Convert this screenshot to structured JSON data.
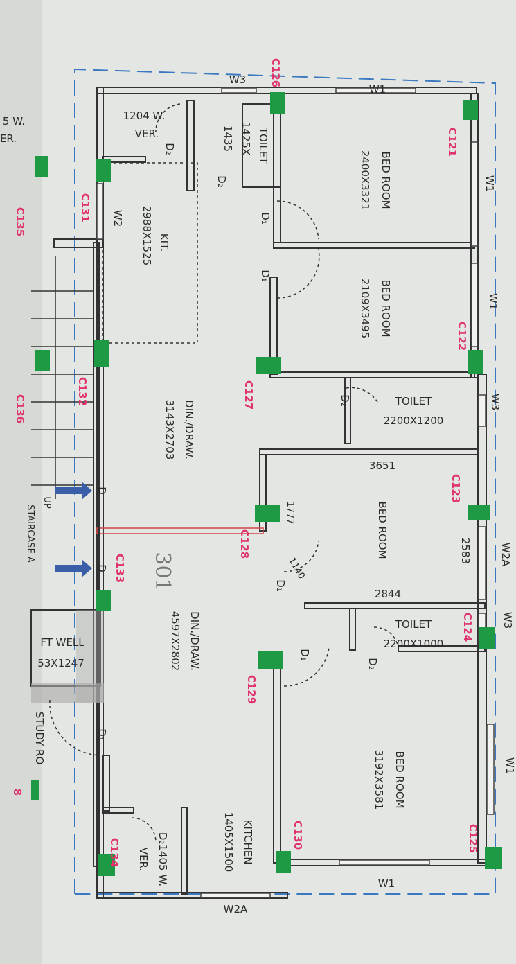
{
  "rooms": {
    "toilet1": {
      "name": "TOILET",
      "dim_a": "1425X",
      "dim_b": "1435"
    },
    "verandah1": {
      "name": "1204 W.",
      "sub": "VER."
    },
    "kitchen1": {
      "name": "KIT.",
      "dim": "2988X1525"
    },
    "bed1": {
      "name": "BED ROOM",
      "dim": "2400X3321"
    },
    "bed2": {
      "name": "BED ROOM",
      "dim": "2109X3495"
    },
    "toilet2": {
      "name": "TOILET",
      "dim": "2200X1200"
    },
    "bed3": {
      "name": "BED ROOM",
      "dim_top": "3651",
      "dim_side": "2583",
      "dim_bottom": "2844",
      "dim_diag_a": "1777",
      "dim_diag_b": "1140"
    },
    "toilet3": {
      "name": "TOILET",
      "dim": "2200X1000"
    },
    "bed4": {
      "name": "BED ROOM",
      "dim": "3192X3581"
    },
    "din1": {
      "name": "DIN./DRAW.",
      "dim": "3143X2703"
    },
    "din2": {
      "name": "DIN./DRAW.",
      "dim": "4597X2802"
    },
    "kitchen2": {
      "name": "KITCHEN",
      "dim": "1405X1500"
    },
    "verandah2": {
      "name": "D₂1405 W.",
      "sub": "VER."
    },
    "liftwell": {
      "name": "FT WELL",
      "dim": "53X1247"
    },
    "staircase": {
      "name": "STAIRCASE A",
      "up": "UP"
    },
    "study": {
      "name": "STUDY RO"
    },
    "neighbor": {
      "name": "5 W.",
      "sub": "ER."
    }
  },
  "columns": [
    "C126",
    "C121",
    "C131",
    "C135",
    "C136",
    "C132",
    "C127",
    "C122",
    "C123",
    "C128",
    "C133",
    "C129",
    "C124",
    "C130",
    "C125",
    "C134",
    "8"
  ],
  "windows": [
    "W3",
    "W1",
    "W1",
    "W1",
    "W3",
    "W2A",
    "W3",
    "W1",
    "W1",
    "W2A",
    "W2"
  ],
  "doors": [
    "D₁",
    "D₁",
    "D₂",
    "D₁",
    "D₁",
    "D₂",
    "D₁",
    "D",
    "D",
    "D₂",
    "D₂"
  ],
  "handwritten": "301",
  "colors": {
    "column": "#1e9a44",
    "column_label": "#e0336e",
    "boundary": "#3a78c0",
    "wall": "#333333",
    "entry_arrow": "#3a5fa8"
  }
}
